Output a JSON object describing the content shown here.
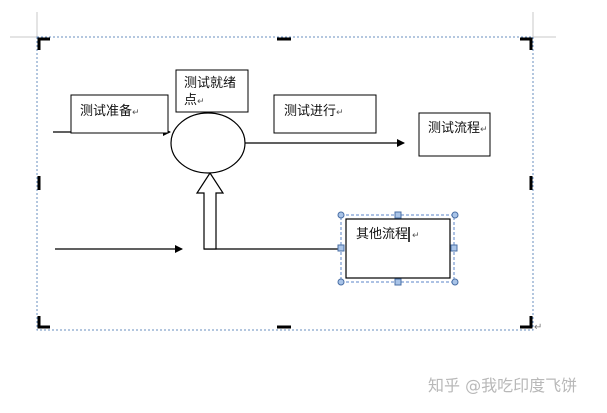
{
  "diagram": {
    "boxes": {
      "prepare": "测试准备",
      "ready": "测试就绪点",
      "running": "测试进行",
      "flow": "测试流程",
      "other": "其他流程"
    },
    "paragraph_mark": "↵"
  },
  "watermark": {
    "brand": "知乎",
    "author": "@我吃印度飞饼"
  }
}
